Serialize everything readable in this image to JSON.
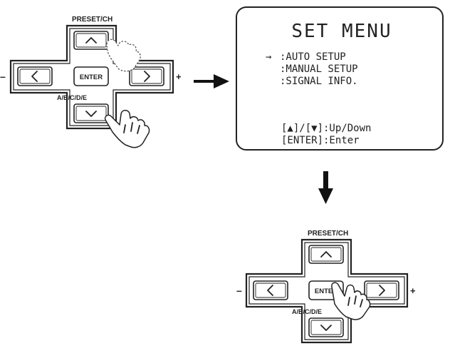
{
  "remote_top": {
    "preset_label": "PRESET/CH",
    "enter_label": "ENTER",
    "group_label": "A/B/C/D/E",
    "minus_label": "–",
    "plus_label": "+",
    "pressed_key": "down",
    "glyphs": {
      "up": "^",
      "down": "v",
      "left": "<",
      "right": ">"
    }
  },
  "menu_screen": {
    "title": "SET MENU",
    "cursor": "→",
    "items": [
      ":AUTO SETUP",
      ":MANUAL SETUP",
      ":SIGNAL INFO."
    ],
    "help_line_1": "[▲]/[▼]:Up/Down",
    "help_line_2": "[ENTER]:Enter"
  },
  "remote_bottom": {
    "preset_label": "PRESET/CH",
    "enter_label": "ENTER",
    "group_label": "A/B/C/D/E",
    "minus_label": "–",
    "plus_label": "+",
    "pressed_key": "enter"
  }
}
